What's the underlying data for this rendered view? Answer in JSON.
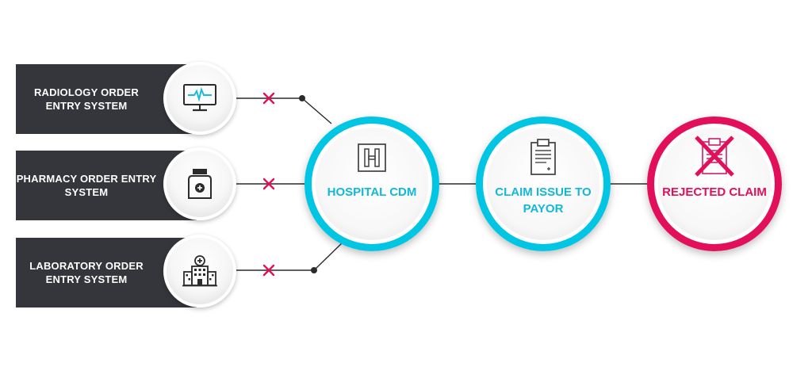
{
  "systems": [
    {
      "label": "RADIOLOGY ORDER ENTRY SYSTEM",
      "icon": "monitor-heartbeat-icon"
    },
    {
      "label": "PHARMACY ORDER ENTRY SYSTEM",
      "icon": "medicine-bottle-icon"
    },
    {
      "label": "LABORATORY ORDER ENTRY SYSTEM",
      "icon": "hospital-building-icon"
    }
  ],
  "nodes": {
    "hospital_cdm": {
      "label": "HOSPITAL CDM",
      "icon": "hospital-sign-icon"
    },
    "claim_issue": {
      "label": "CLAIM ISSUE TO PAYOR",
      "icon": "clipboard-icon"
    },
    "rejected": {
      "label": "REJECTED CLAIM",
      "icon": "rejected-clipboard-icon"
    }
  },
  "colors": {
    "system_box": "#34363b",
    "accent_cyan": "#00c6e4",
    "reject_magenta": "#e20f5a",
    "connector": "#2b2b2b",
    "broken_link_x": "#e20f5a"
  }
}
